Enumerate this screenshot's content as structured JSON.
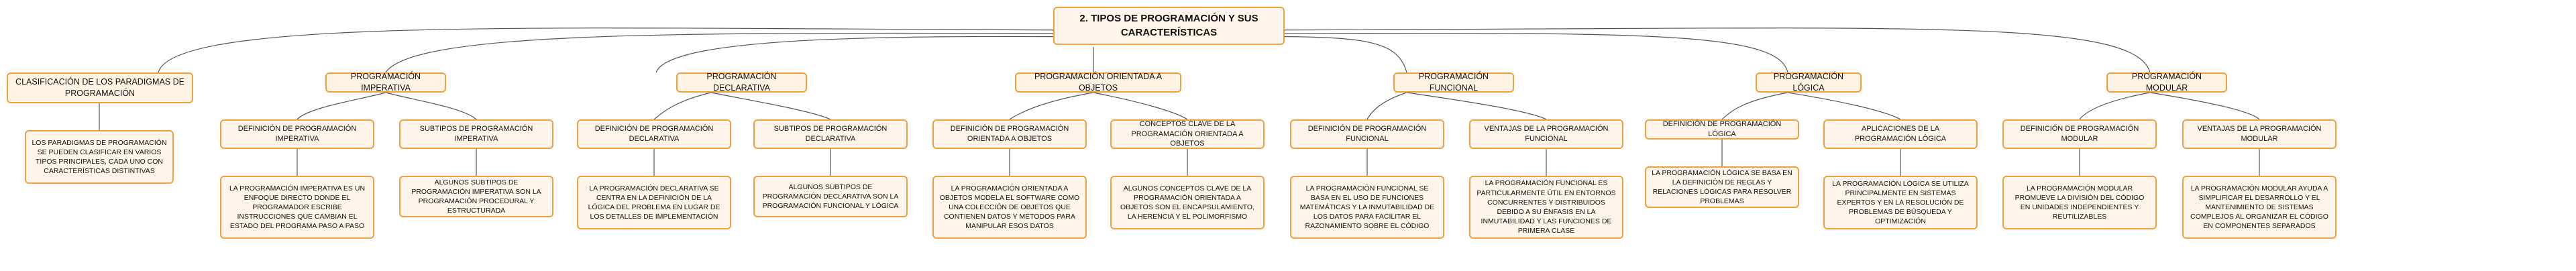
{
  "title": "2. TIPOS DE PROGRAMACIÓN Y SUS CARACTERÍSTICAS",
  "classification": {
    "label": "CLASIFICACIÓN DE LOS PARADIGMAS DE PROGRAMACIÓN",
    "detail": "LOS PARADIGMAS DE PROGRAMACIÓN SE PUEDEN CLASIFICAR EN VARIOS TIPOS PRINCIPALES, CADA UNO CON CARACTERÍSTICAS DISTINTIVAS"
  },
  "paradigms": [
    {
      "label": "PROGRAMACIÓN IMPERATIVA",
      "topics": [
        {
          "label": "DEFINICIÓN DE PROGRAMACIÓN IMPERATIVA",
          "detail": "LA PROGRAMACIÓN IMPERATIVA ES UN ENFOQUE DIRECTO DONDE EL PROGRAMADOR ESCRIBE INSTRUCCIONES QUE CAMBIAN EL ESTADO DEL PROGRAMA PASO A PASO"
        },
        {
          "label": "SUBTIPOS DE PROGRAMACIÓN IMPERATIVA",
          "detail": "ALGUNOS SUBTIPOS DE PROGRAMACIÓN IMPERATIVA SON LA PROGRAMACIÓN PROCEDURAL Y ESTRUCTURADA"
        }
      ]
    },
    {
      "label": "PROGRAMACIÓN DECLARATIVA",
      "topics": [
        {
          "label": "DEFINICIÓN DE PROGRAMACIÓN DECLARATIVA",
          "detail": "LA PROGRAMACIÓN DECLARATIVA SE CENTRA EN LA DEFINICIÓN DE LA LÓGICA DEL PROBLEMA EN LUGAR DE LOS DETALLES DE IMPLEMENTACIÓN"
        },
        {
          "label": "SUBTIPOS DE PROGRAMACIÓN DECLARATIVA",
          "detail": "ALGUNOS SUBTIPOS DE PROGRAMACIÓN DECLARATIVA SON LA PROGRAMACIÓN FUNCIONAL Y LÓGICA"
        }
      ]
    },
    {
      "label": "PROGRAMACIÓN ORIENTADA A OBJETOS",
      "topics": [
        {
          "label": "DEFINICIÓN DE PROGRAMACIÓN ORIENTADA A OBJETOS",
          "detail": "LA PROGRAMACIÓN ORIENTADA A OBJETOS MODELA EL SOFTWARE COMO UNA COLECCIÓN DE OBJETOS QUE CONTIENEN DATOS Y MÉTODOS PARA MANIPULAR ESOS DATOS"
        },
        {
          "label": "CONCEPTOS CLAVE DE LA PROGRAMACIÓN ORIENTADA A OBJETOS",
          "detail": "ALGUNOS CONCEPTOS CLAVE DE LA PROGRAMACIÓN ORIENTADA A OBJETOS SON EL ENCAPSULAMIENTO, LA HERENCIA Y EL POLIMORFISMO"
        }
      ]
    },
    {
      "label": "PROGRAMACIÓN FUNCIONAL",
      "topics": [
        {
          "label": "DEFINICIÓN DE PROGRAMACIÓN FUNCIONAL",
          "detail": "LA PROGRAMACIÓN FUNCIONAL SE BASA EN EL USO DE FUNCIONES MATEMÁTICAS Y LA INMUTABILIDAD DE LOS DATOS PARA FACILITAR EL RAZONAMIENTO SOBRE EL CÓDIGO"
        },
        {
          "label": "VENTAJAS DE LA PROGRAMACIÓN FUNCIONAL",
          "detail": "LA PROGRAMACIÓN FUNCIONAL ES PARTICULARMENTE ÚTIL EN ENTORNOS CONCURRENTES Y DISTRIBUIDOS DEBIDO A SU ÉNFASIS EN LA INMUTABILIDAD Y LAS FUNCIONES DE PRIMERA CLASE"
        }
      ]
    },
    {
      "label": "PROGRAMACIÓN LÓGICA",
      "topics": [
        {
          "label": "DEFINICIÓN DE PROGRAMACIÓN LÓGICA",
          "detail": "LA PROGRAMACIÓN LÓGICA SE BASA EN LA DEFINICIÓN DE REGLAS Y RELACIONES LÓGICAS PARA RESOLVER PROBLEMAS"
        },
        {
          "label": "APLICACIONES DE LA PROGRAMACIÓN LÓGICA",
          "detail": "LA PROGRAMACIÓN LÓGICA SE UTILIZA PRINCIPALMENTE EN SISTEMAS EXPERTOS Y EN LA RESOLUCIÓN DE PROBLEMAS DE BÚSQUEDA Y OPTIMIZACIÓN"
        }
      ]
    },
    {
      "label": "PROGRAMACIÓN MODULAR",
      "topics": [
        {
          "label": "DEFINICIÓN DE PROGRAMACIÓN MODULAR",
          "detail": "LA PROGRAMACIÓN MODULAR PROMUEVE LA DIVISIÓN DEL CÓDIGO EN UNIDADES INDEPENDIENTES Y REUTILIZABLES"
        },
        {
          "label": "VENTAJAS DE LA PROGRAMACIÓN MODULAR",
          "detail": "LA PROGRAMACIÓN MODULAR AYUDA A SIMPLIFICAR EL DESARROLLO Y EL MANTENIMIENTO DE SISTEMAS COMPLEJOS AL ORGANIZAR EL CÓDIGO EN COMPONENTES SEPARADOS"
        }
      ]
    }
  ]
}
